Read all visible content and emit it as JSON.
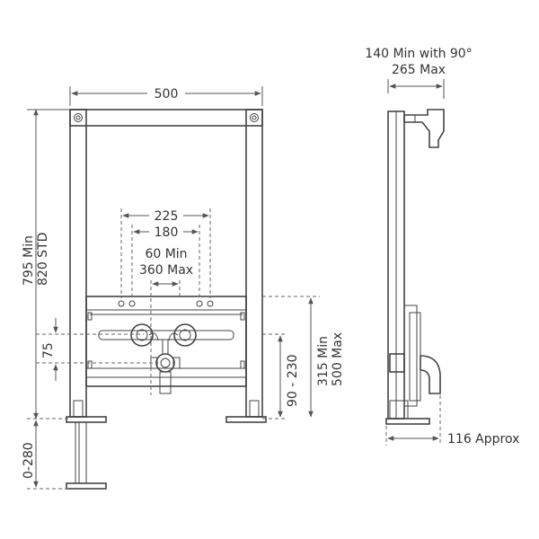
{
  "front_view": {
    "width": "500",
    "tap_centres": "225",
    "inner_centres": "180",
    "waste_min": "60 Min",
    "waste_max": "360 Max",
    "height_min": "795 Min",
    "height_std": "820 STD",
    "offset": "75",
    "feet_adjust": "0-280",
    "waste_height": "90 - 230",
    "inlet_min": "315 Min",
    "inlet_max": "500 Max"
  },
  "side_view": {
    "projection_min": "140 Min with 90°",
    "projection_max": "265 Max",
    "depth": "116 Approx"
  },
  "colors": {
    "line": "#444444",
    "text": "#333333"
  }
}
